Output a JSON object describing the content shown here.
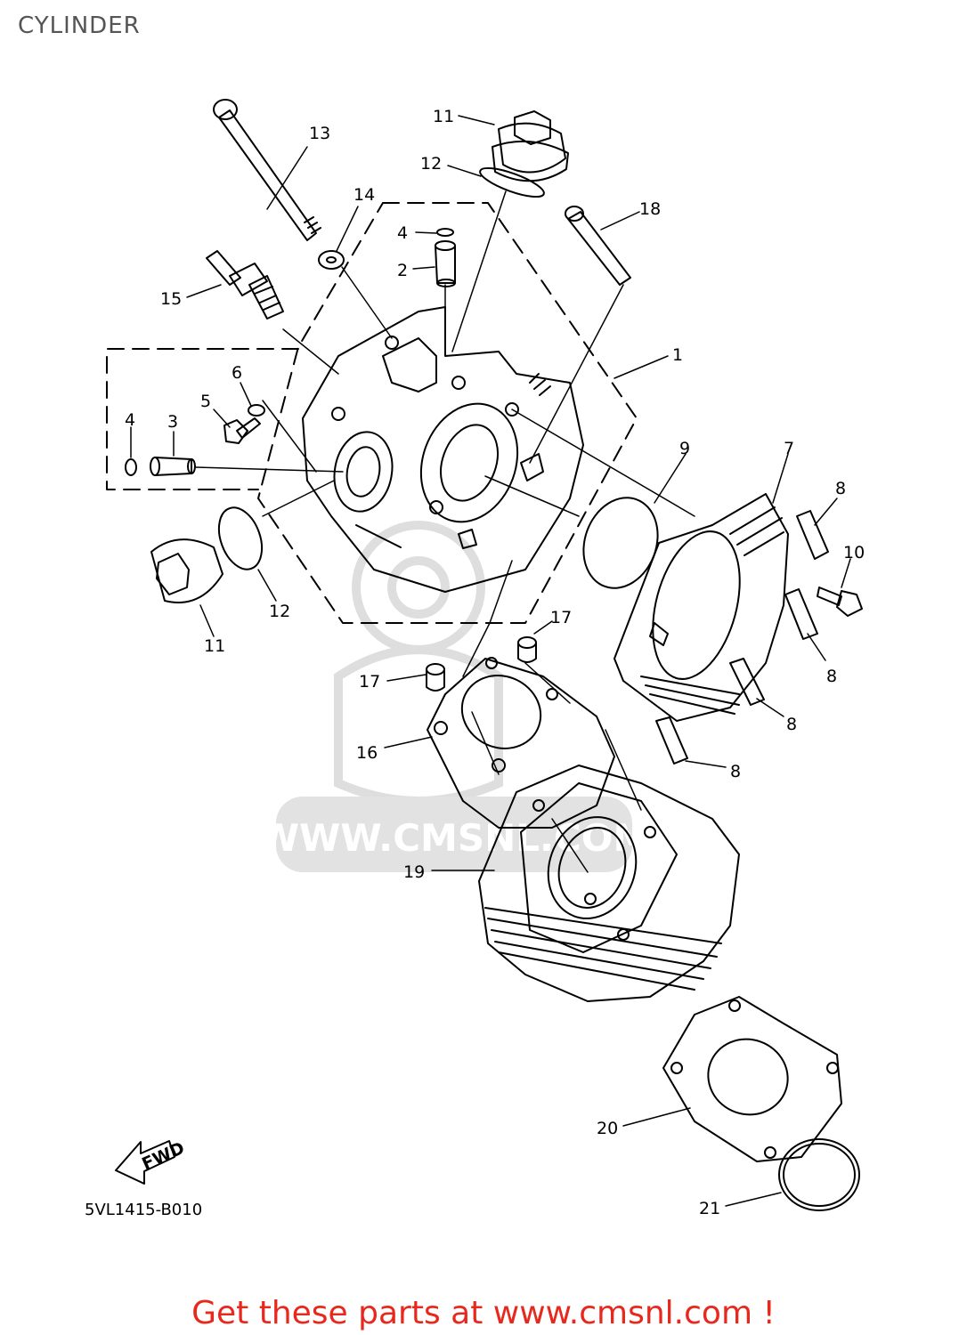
{
  "page": {
    "title": "CYLINDER"
  },
  "diagram": {
    "code": "5VL1415-B010",
    "fwd_label": "FWD",
    "callouts": {
      "c1": "1",
      "c2": "2",
      "c3": "3",
      "c4a": "4",
      "c4b": "4",
      "c5": "5",
      "c6": "6",
      "c7": "7",
      "c8a": "8",
      "c8b": "8",
      "c8c": "8",
      "c8d": "8",
      "c9": "9",
      "c10": "10",
      "c11a": "11",
      "c11b": "11",
      "c12a": "12",
      "c12b": "12",
      "c13": "13",
      "c14": "14",
      "c15": "15",
      "c16": "16",
      "c17a": "17",
      "c17b": "17",
      "c18": "18",
      "c19": "19",
      "c20": "20",
      "c21": "21"
    },
    "watermark": "WWW.CMSNL.COM"
  },
  "footer": {
    "cta": "Get these parts at www.cmsnl.com !"
  },
  "colors": {
    "cta": "#e8281d",
    "title": "#555555",
    "watermark": "#dcdcdc"
  }
}
